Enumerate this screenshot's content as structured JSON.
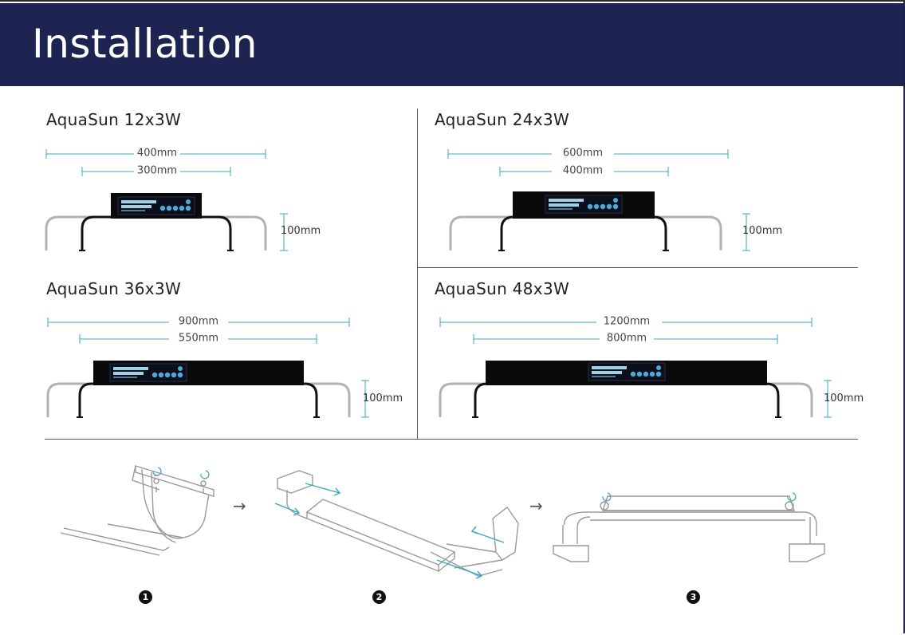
{
  "header": {
    "title": "Installation"
  },
  "products": [
    {
      "name": "AquaSun 12x3W",
      "outer_dim": "400mm",
      "inner_dim": "300mm",
      "height": "100mm"
    },
    {
      "name": "AquaSun 24x3W",
      "outer_dim": "600mm",
      "inner_dim": "400mm",
      "height": "100mm"
    },
    {
      "name": "AquaSun 36x3W",
      "outer_dim": "900mm",
      "inner_dim": "550mm",
      "height": "100mm"
    },
    {
      "name": "AquaSun 48x3W",
      "outer_dim": "1200mm",
      "inner_dim": "800mm",
      "height": "100mm"
    }
  ],
  "steps": [
    {
      "number": "1"
    },
    {
      "number": "2"
    },
    {
      "number": "3"
    }
  ],
  "colors": {
    "header_bg": "#1d2452",
    "dimension_line": "#3aa8bd",
    "arrow": "#3aa8bd"
  }
}
